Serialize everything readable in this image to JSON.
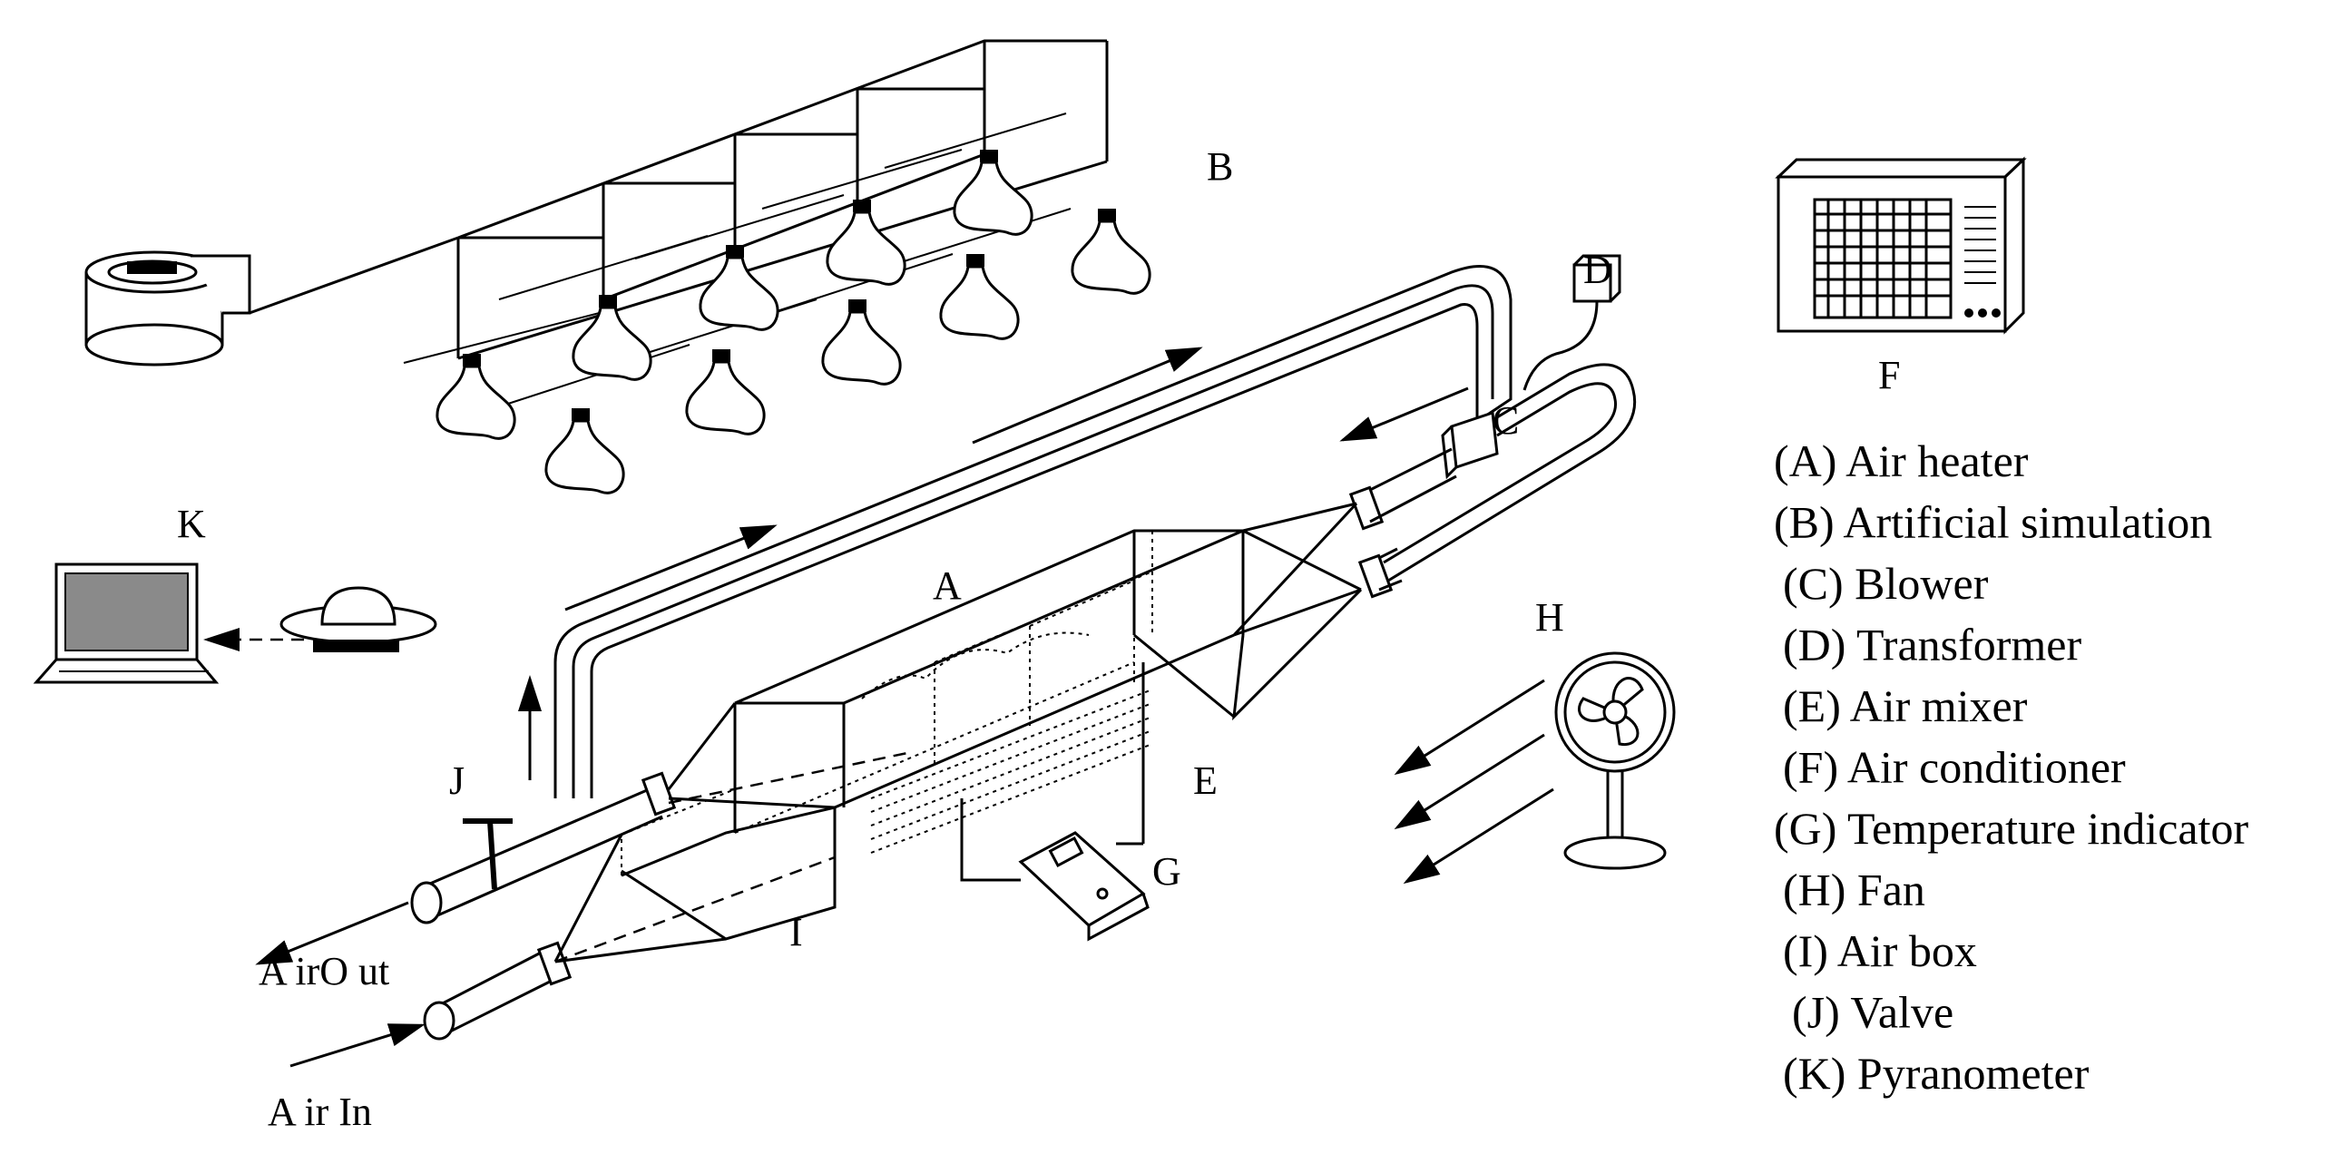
{
  "labels": {
    "A": "A",
    "B": "B",
    "C": "C",
    "D": "D",
    "E": "E",
    "F": "F",
    "G": "G",
    "H": "H",
    "I": "I",
    "J": "J",
    "K": "K",
    "air_out": "A irO ut",
    "air_in": "A ir In"
  },
  "legend": [
    "(A) Air heater",
    "(B) Artificial simulation",
    "(C) Blower",
    "(D) Transformer",
    "(E) Air mixer",
    "(F) Air conditioner",
    "(G) Temperature indicator",
    "(H) Fan",
    "(I) Air box",
    "(J) Valve",
    "(K) Pyranometer"
  ],
  "icons": [
    "blower-icon",
    "lamp-icon",
    "air-conditioner-icon",
    "fan-icon",
    "laptop-icon",
    "pyranometer-icon",
    "temperature-indicator-icon",
    "transformer-icon",
    "valve-icon"
  ]
}
